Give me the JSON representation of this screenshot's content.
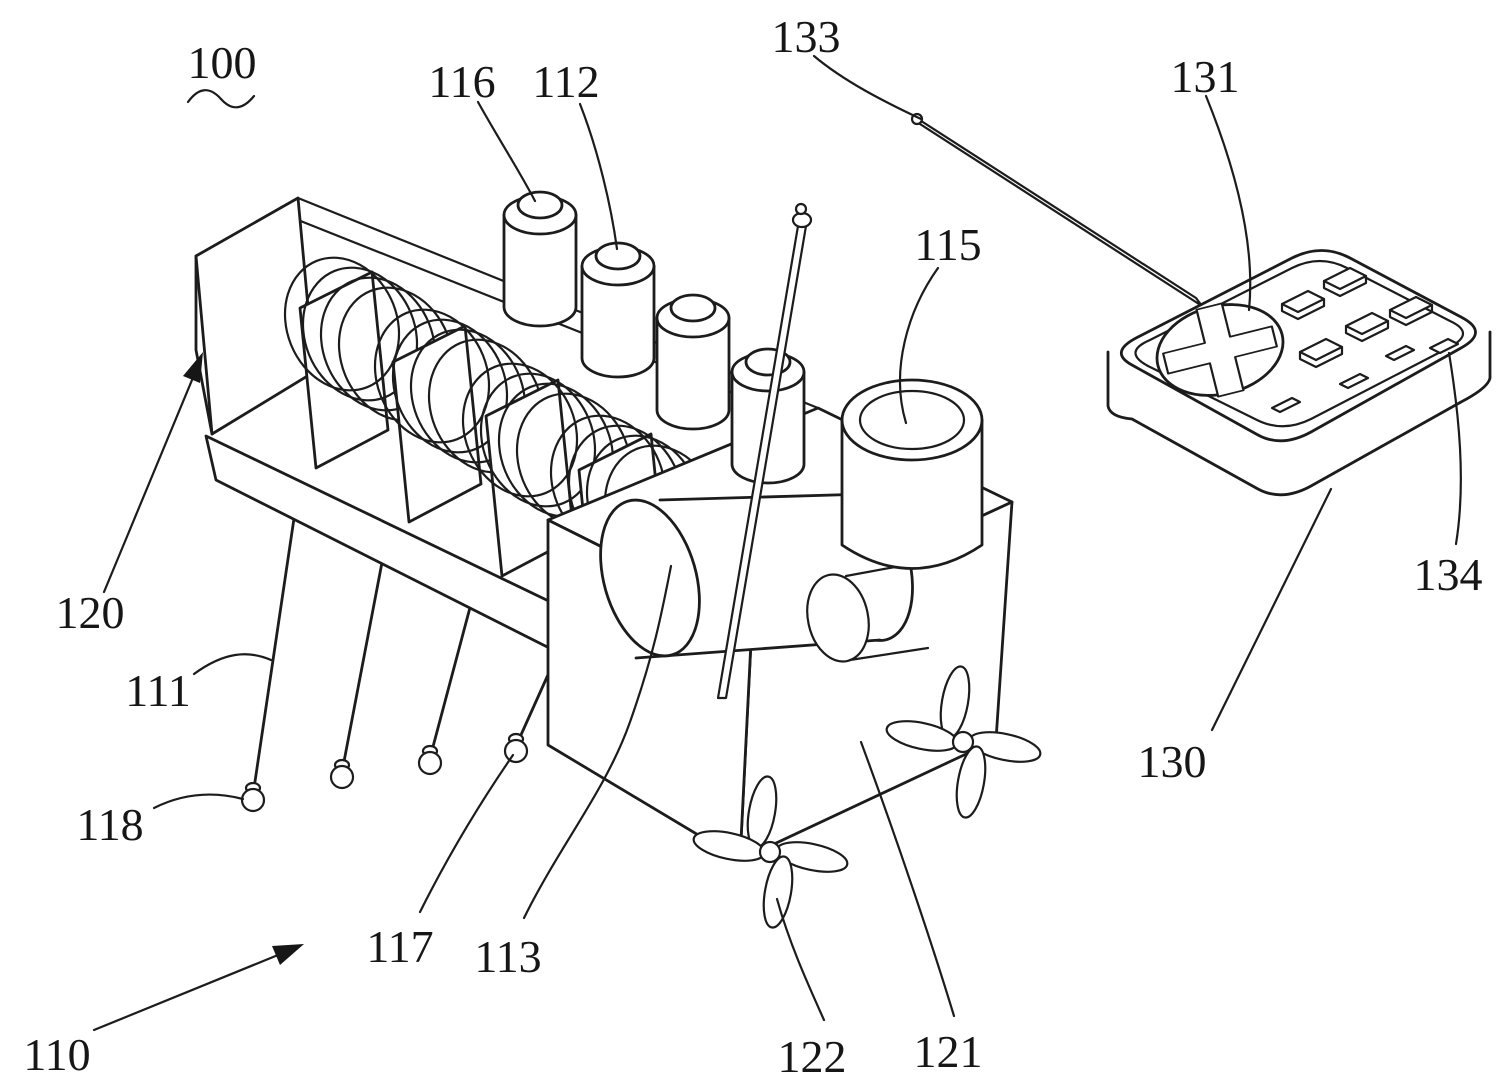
{
  "figure": {
    "background": "#ffffff",
    "ink_color": "#1c1c1c",
    "labels": {
      "n100": "100",
      "n110": "110",
      "n111": "111",
      "n112": "112",
      "n113": "113",
      "n115": "115",
      "n116": "116",
      "n117": "117",
      "n118": "118",
      "n120": "120",
      "n121": "121",
      "n122": "122",
      "n130": "130",
      "n131": "131",
      "n133": "133",
      "n134": "134"
    }
  }
}
